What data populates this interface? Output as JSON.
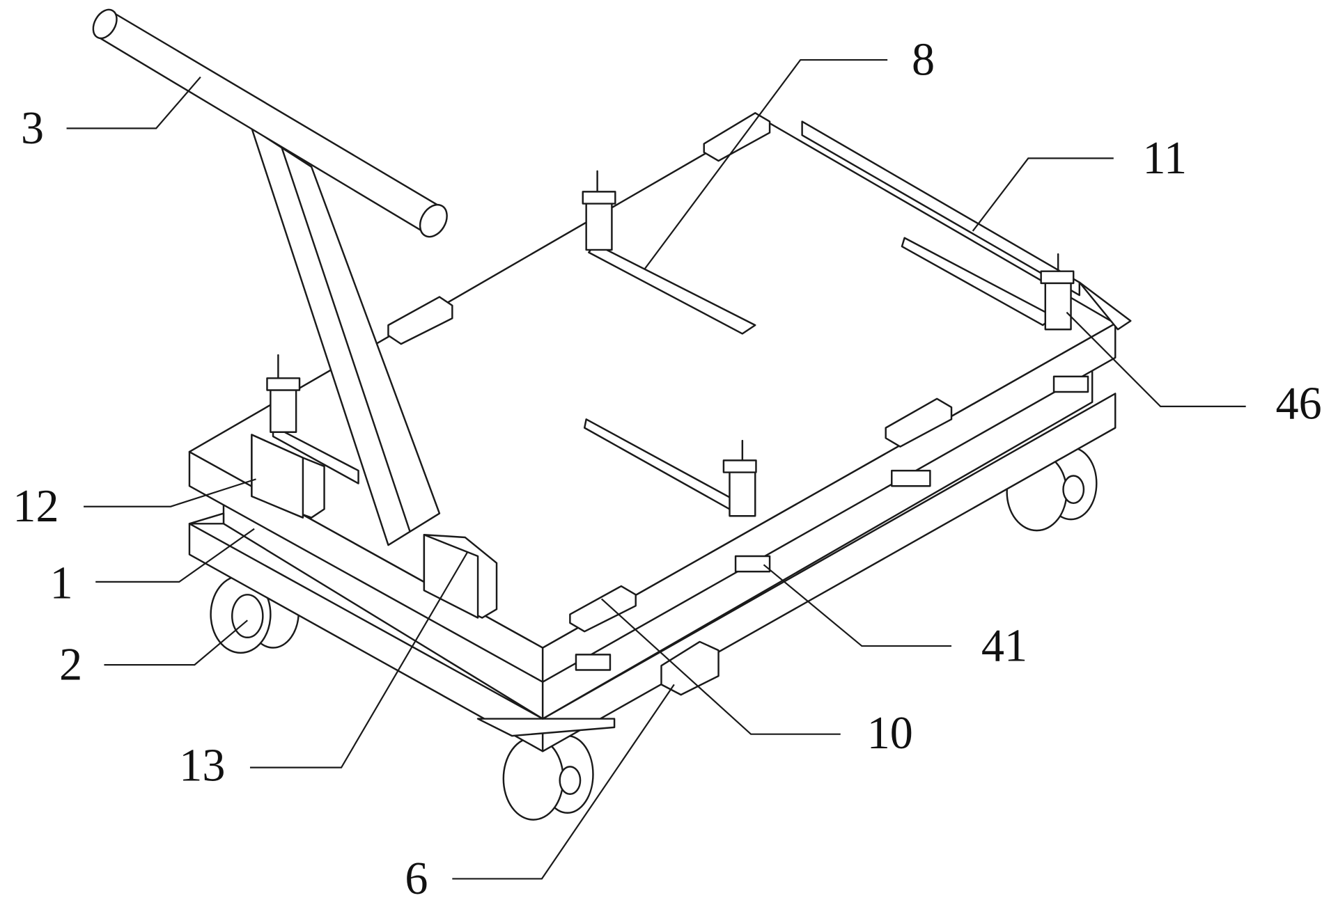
{
  "figure": {
    "labels": {
      "handle": "3",
      "guide_strip": "8",
      "side_rail": "11",
      "clamp_bracket": "46",
      "side_block": "12",
      "base_frame": "1",
      "wheel": "2",
      "front_block": "13",
      "slot_block": "41",
      "pad_block": "10",
      "center_block": "6"
    }
  }
}
